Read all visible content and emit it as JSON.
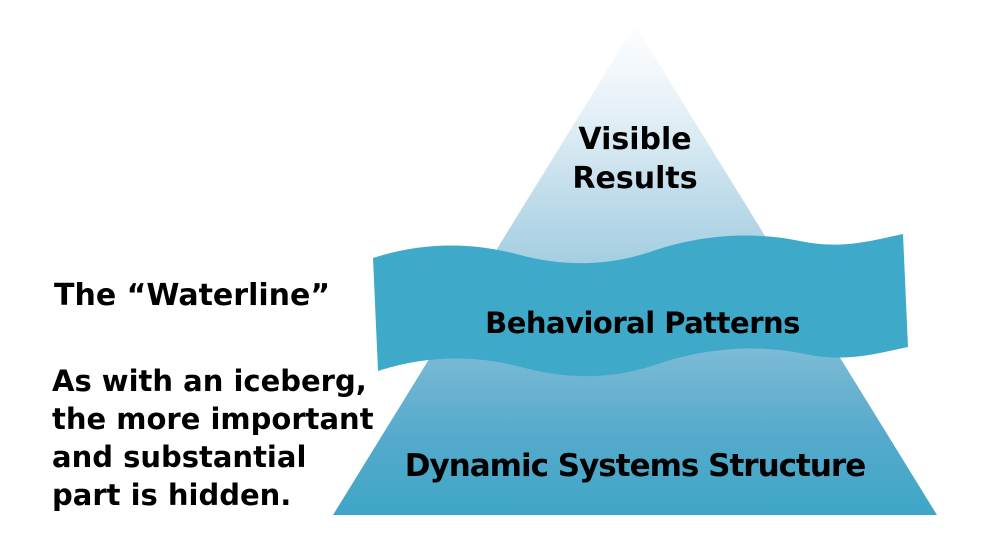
{
  "pyramid": {
    "top_label_lines": [
      "Visible",
      "Results"
    ],
    "middle_label": "Behavioral Patterns",
    "bottom_label": "Dynamic Systems Structure"
  },
  "annotations": {
    "waterline_label": "The “Waterline”",
    "caption_lines": [
      "As with an iceberg,",
      "the more important",
      "and substantial",
      "part is hidden."
    ]
  },
  "colors": {
    "band_fill": "#3FA9C9",
    "pyramid_gradient_top": "#FDFEFF",
    "pyramid_gradient_bottom": "#3FA6C7",
    "text": "#000000",
    "background": "#FFFFFF"
  }
}
